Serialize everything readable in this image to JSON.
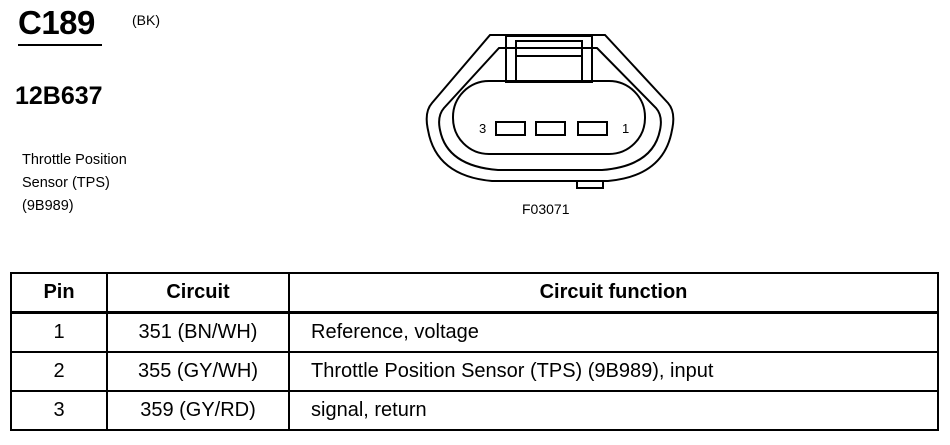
{
  "connector": {
    "id": "C189",
    "color": "(BK)",
    "part_number": "12B637",
    "description_lines": [
      "Throttle Position",
      "Sensor (TPS)",
      "(9B989)"
    ]
  },
  "diagram": {
    "figure_id": "F03071",
    "pin_label_left": "3",
    "pin_label_right": "1"
  },
  "table": {
    "headers": {
      "pin": "Pin",
      "circuit": "Circuit",
      "function": "Circuit function"
    },
    "rows": [
      {
        "pin": "1",
        "circuit": "351 (BN/WH)",
        "function": "Reference, voltage"
      },
      {
        "pin": "2",
        "circuit": "355 (GY/WH)",
        "function": "Throttle Position Sensor (TPS) (9B989), input"
      },
      {
        "pin": "3",
        "circuit": "359 (GY/RD)",
        "function": "signal, return"
      }
    ]
  }
}
